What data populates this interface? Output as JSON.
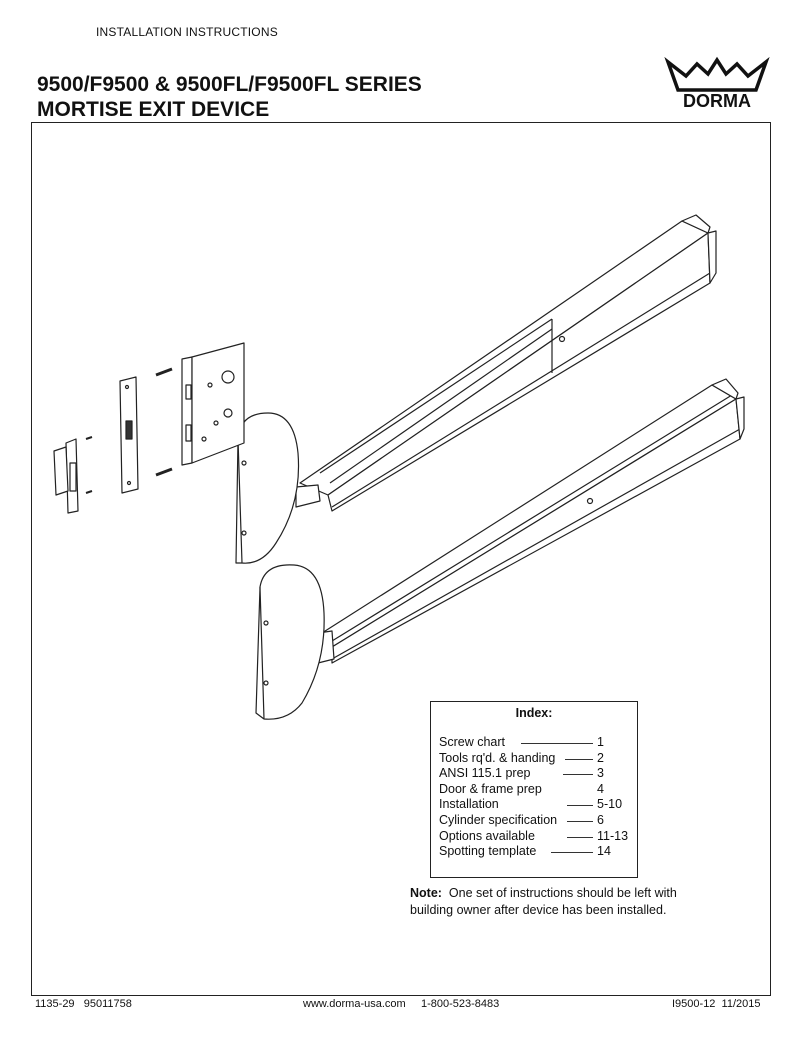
{
  "header": {
    "section_label": "INSTALLATION INSTRUCTIONS",
    "title_line1": "9500/F9500 & 9500FL/F9500FL SERIES",
    "title_line2": "MORTISE EXIT DEVICE"
  },
  "logo": {
    "text": "DORMA",
    "icon": "dorma-crown-logo"
  },
  "illustration": {
    "icon": "mortise-exit-device-exploded-view"
  },
  "index": {
    "title": "Index:",
    "items": [
      {
        "label": "Screw chart",
        "page": "1"
      },
      {
        "label": "Tools rq'd. & handing",
        "page": "2"
      },
      {
        "label": "ANSI 115.1 prep",
        "page": "3"
      },
      {
        "label": "Door & frame prep",
        "page": "4"
      },
      {
        "label": "Installation",
        "page": "5-10"
      },
      {
        "label": "Cylinder specification",
        "page": "6"
      },
      {
        "label": "Options available",
        "page": "11-13"
      },
      {
        "label": "Spotting template",
        "page": "14"
      }
    ]
  },
  "note": {
    "label": "Note:",
    "text": "One set of instructions should be left with building owner after device has been installed."
  },
  "footer": {
    "left": "1135-29   95011758",
    "center": "www.dorma-usa.com     1-800-523-8483",
    "right": "I9500-12  11/2015"
  }
}
